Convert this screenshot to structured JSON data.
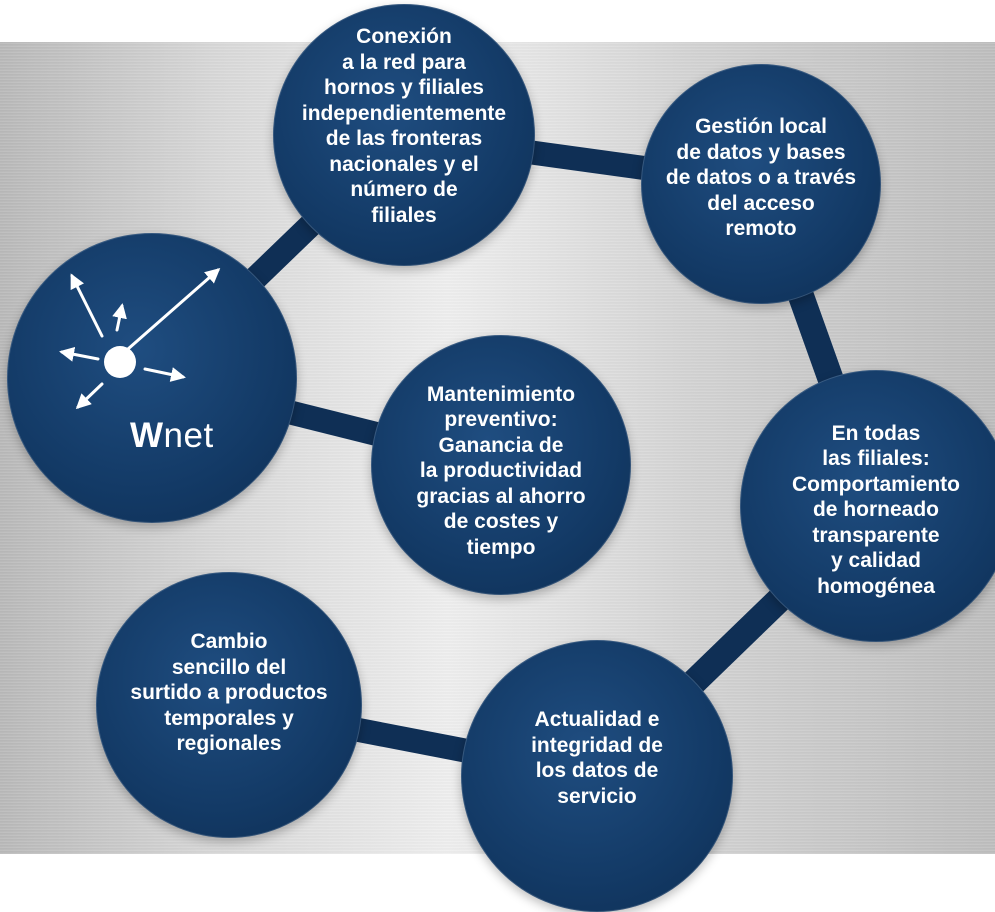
{
  "nodes": {
    "conexion": "Conexión\na la red para\nhornos y filiales\nindependientemente\nde las fronteras\nnacionales y el\nnúmero de\nfiliales",
    "gestion": "Gestión local\nde datos y bases\nde datos o a través\ndel acceso\nremoto",
    "mantenimiento": "Mantenimiento\npreventivo:\nGanancia de\nla productividad\ngracias al ahorro\nde costes y\ntiempo",
    "todas": "En todas\nlas filiales:\nComportamiento\nde horneado\ntransparente\ny calidad\nhomogénea",
    "cambio": "Cambio\nsencillo del\nsurtido a productos\ntemporales y\nregionales",
    "actualidad": "Actualidad e\nintegridad de\nlos datos de\nservicio"
  },
  "logo": {
    "w": "W",
    "rest": "net"
  },
  "icons": {
    "hub": "network-hub-icon"
  },
  "colors": {
    "node": "#133a66",
    "connector": "#0f2f55",
    "text": "#ffffff"
  }
}
